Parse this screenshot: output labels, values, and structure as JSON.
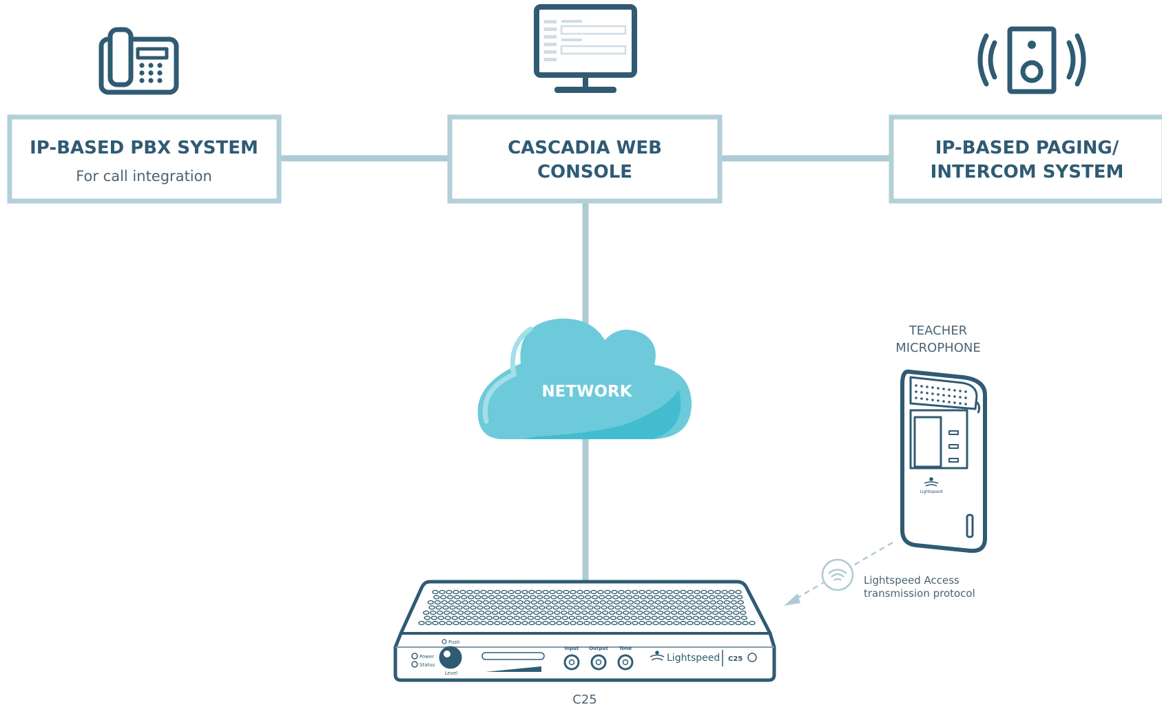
{
  "nodes": {
    "pbx": {
      "title": "IP-BASED PBX SYSTEM",
      "subtitle": "For call integration",
      "icon": "desk-phone-icon"
    },
    "console": {
      "title_line1": "CASCADIA WEB",
      "title_line2": "CONSOLE",
      "icon": "desktop-monitor-icon"
    },
    "paging": {
      "title_line1": "IP-BASED PAGING/",
      "title_line2": "INTERCOM SYSTEM",
      "icon": "speaker-broadcast-icon"
    },
    "network": {
      "label": "NETWORK",
      "icon": "cloud-icon"
    },
    "microphone": {
      "label_line1": "TEACHER",
      "label_line2": "MICROPHONE",
      "brand": "Lightspeed"
    },
    "c25": {
      "label": "C25",
      "panel": {
        "power": "Power",
        "status": "Status",
        "push": "Push",
        "level": "Level",
        "input": "Input",
        "output": "Output",
        "tone": "Tone",
        "brand": "Lightspeed",
        "model": "C25"
      }
    }
  },
  "wireless": {
    "label_line1": "Lightspeed Access",
    "label_line2": "transmission protocol",
    "icon": "wireless-signal-icon"
  },
  "colors": {
    "dark_teal": "#2f5b73",
    "box_border": "#b3cfd8",
    "connector": "#aecbd4",
    "cloud": "#6dcadb",
    "cloud_shadow": "#43bccf",
    "label_gray": "#4a6375"
  }
}
